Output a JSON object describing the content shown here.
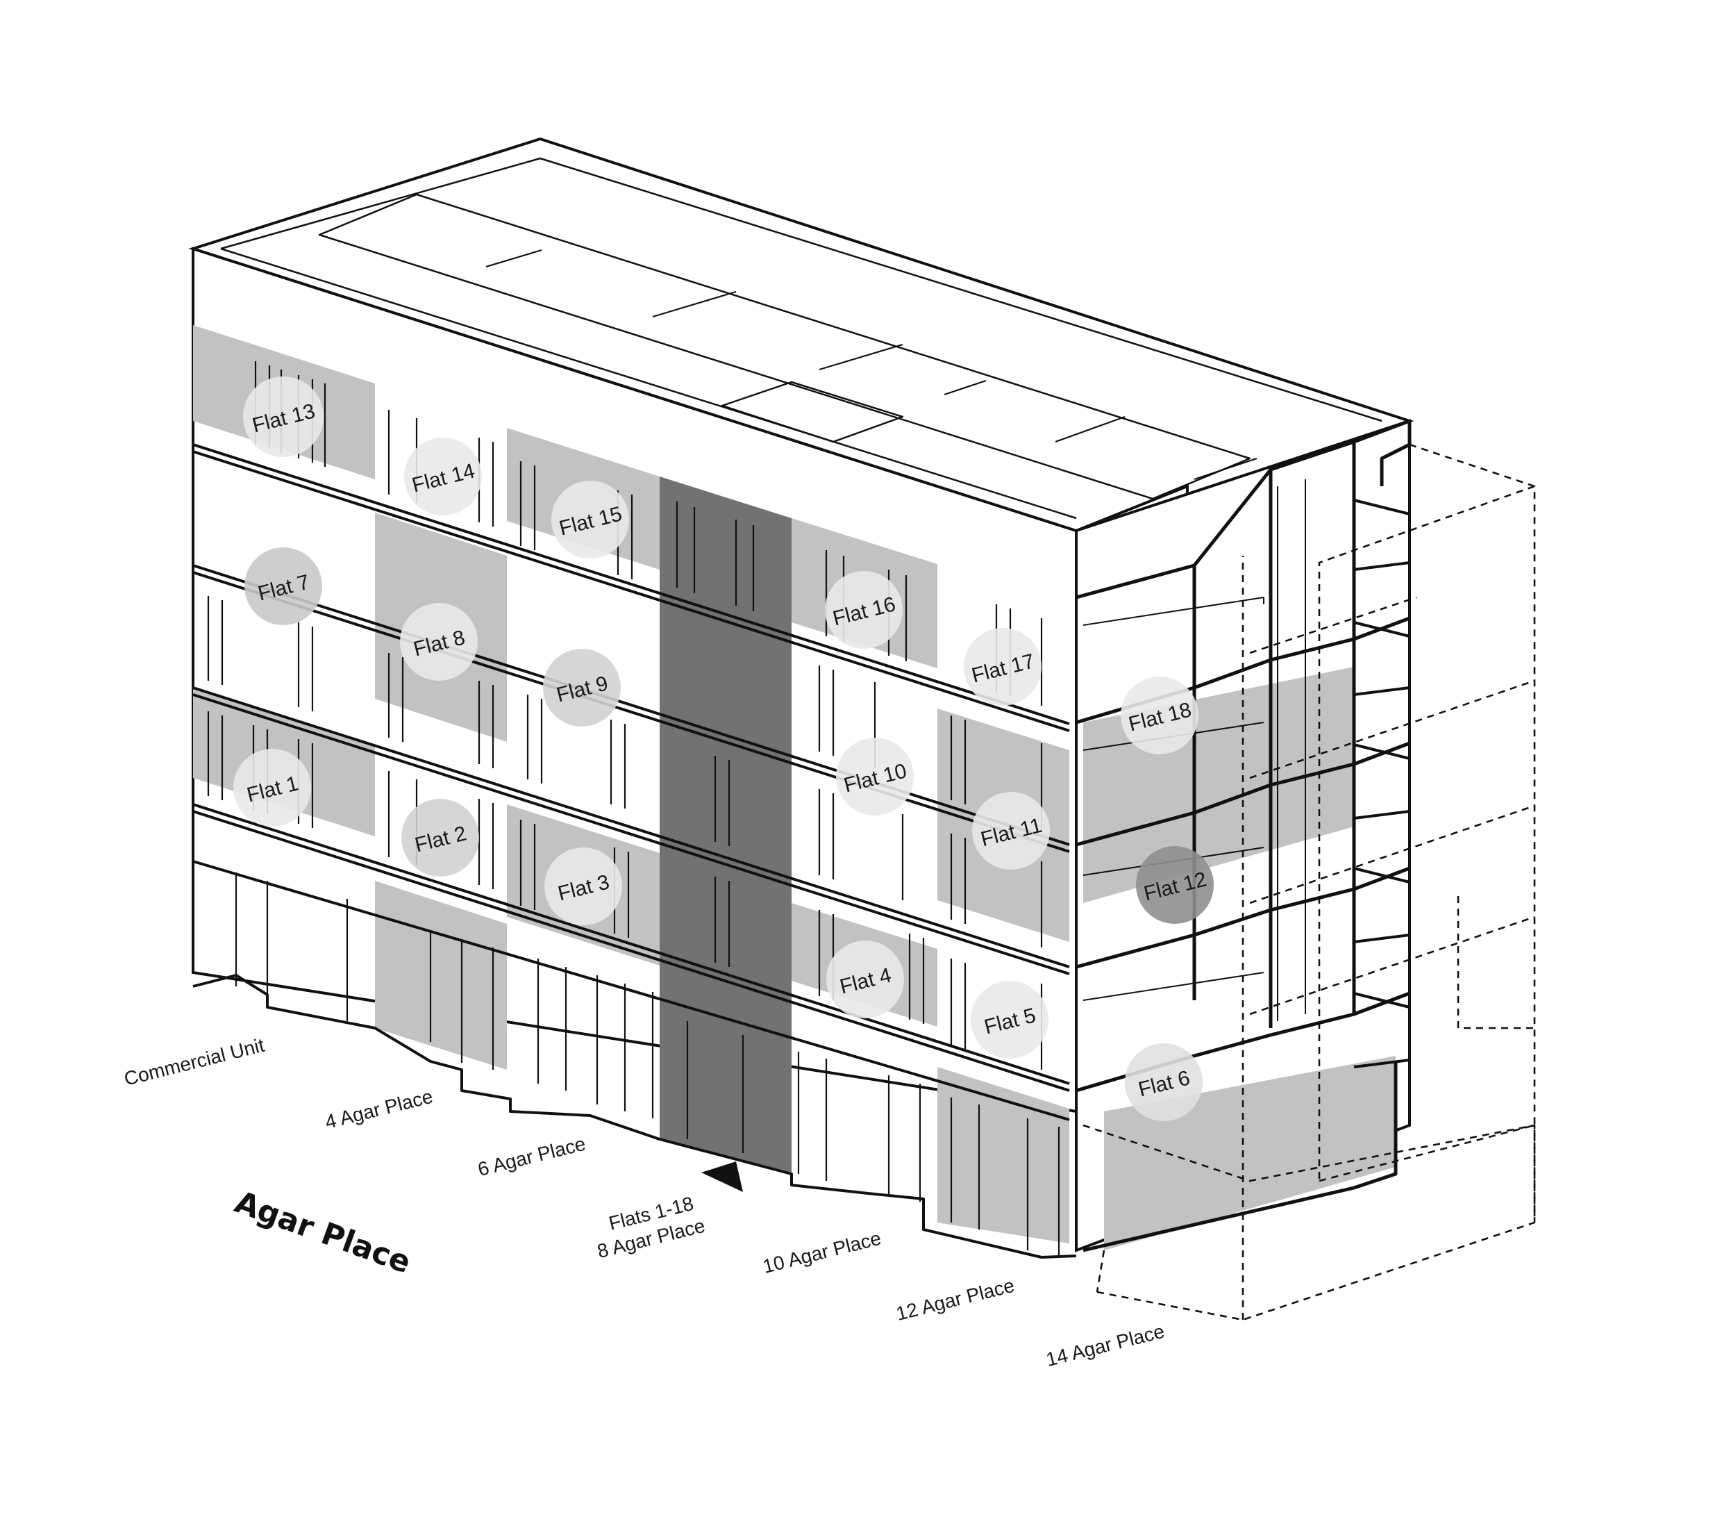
{
  "street": {
    "title": "Agar Place"
  },
  "addresses": [
    {
      "id": "commercial-unit",
      "label": "Commercial Unit"
    },
    {
      "id": "4-agar-place",
      "label": "4 Agar Place"
    },
    {
      "id": "6-agar-place",
      "label": "6 Agar Place"
    },
    {
      "id": "8-agar-place",
      "line1": "Flats 1-18",
      "line2": "8 Agar Place"
    },
    {
      "id": "10-agar-place",
      "label": "10 Agar Place"
    },
    {
      "id": "12-agar-place",
      "label": "12 Agar Place"
    },
    {
      "id": "14-agar-place",
      "label": "14 Agar Place"
    }
  ],
  "flats": [
    {
      "label": "Flat 1"
    },
    {
      "label": "Flat 2"
    },
    {
      "label": "Flat 3"
    },
    {
      "label": "Flat 4"
    },
    {
      "label": "Flat 5"
    },
    {
      "label": "Flat 6"
    },
    {
      "label": "Flat 7"
    },
    {
      "label": "Flat 8"
    },
    {
      "label": "Flat 9"
    },
    {
      "label": "Flat 10"
    },
    {
      "label": "Flat 11"
    },
    {
      "label": "Flat 12"
    },
    {
      "label": "Flat 13"
    },
    {
      "label": "Flat 14"
    },
    {
      "label": "Flat 15"
    },
    {
      "label": "Flat 16"
    },
    {
      "label": "Flat 17"
    },
    {
      "label": "Flat 18"
    }
  ],
  "colors": {
    "light_grey": "#c2c2c2",
    "dark_grey": "#727272",
    "marker": "#e9e9e9",
    "marker_dark": "#8f8f8f",
    "line": "#111111"
  }
}
